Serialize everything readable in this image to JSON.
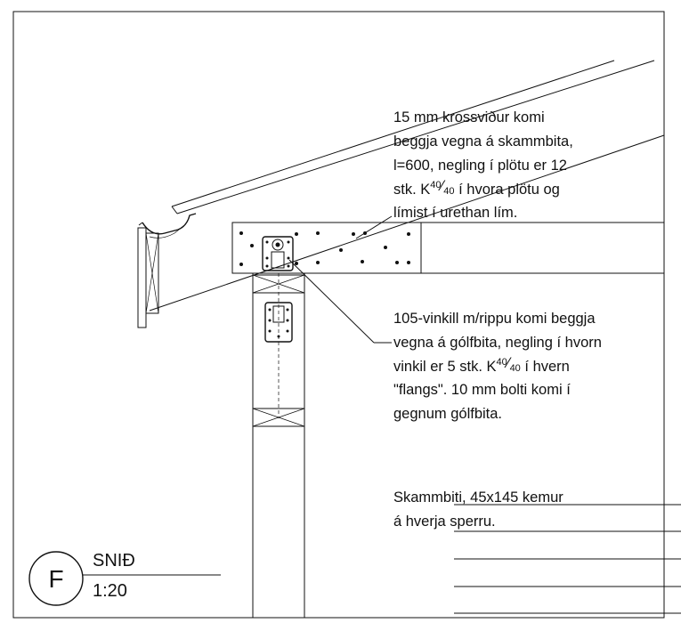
{
  "notes": {
    "plywood": {
      "line1": "15 mm krossviður komi",
      "line2": "beggja vegna á skammbita,",
      "line3": "l=600, negling í plötu er 12",
      "line4_pre": "stk. K",
      "line4_sup": "40",
      "line4_slash": "⁄",
      "line4_sub": "40",
      "line4_post": " í hvora plötu og",
      "line5": "límist í urethan lím."
    },
    "angle": {
      "line1": "105-vinkill m/rippu komi beggja",
      "line2": "vegna á gólfbita, negling í hvorn",
      "line3_pre": "vinkil er 5 stk. K",
      "line3_sup": "40",
      "line3_slash": "⁄",
      "line3_sub": "40",
      "line3_post": " í hvern",
      "line4": "\"flangs\". 10 mm bolti komi í",
      "line5": "gegnum gólfbita."
    },
    "short_beam": {
      "line1": "Skammbiti, 45x145 kemur",
      "line2": "á hverja sperru."
    }
  },
  "title_block": {
    "letter": "F",
    "name": "SNIÐ",
    "scale": "1:20"
  }
}
